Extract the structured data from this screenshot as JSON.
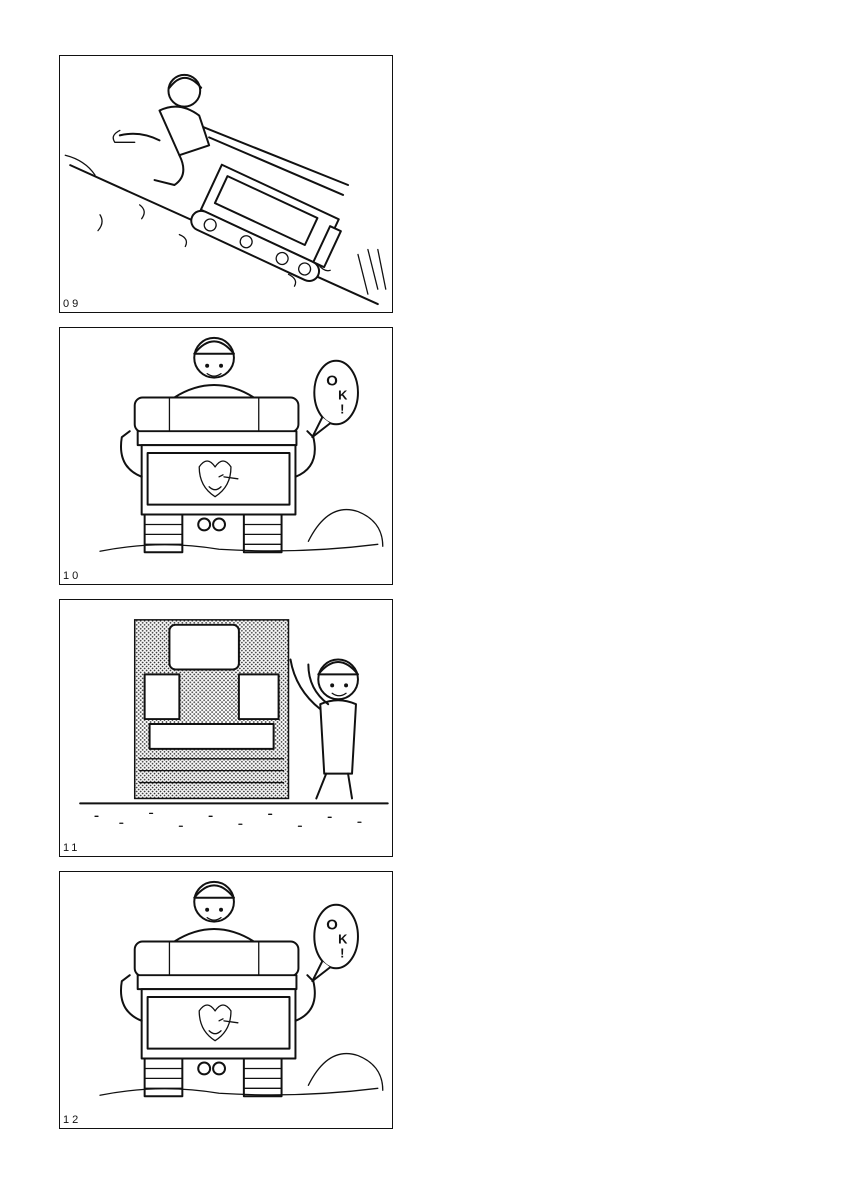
{
  "panels": [
    {
      "id": "09",
      "label": "09",
      "scene": "slope"
    },
    {
      "id": "10",
      "label": "10",
      "scene": "ok",
      "bubble": [
        "O",
        "K",
        "!"
      ]
    },
    {
      "id": "11",
      "label": "11",
      "scene": "shaded"
    },
    {
      "id": "12",
      "label": "12",
      "scene": "ok",
      "bubble": [
        "O",
        "K",
        "!"
      ]
    }
  ]
}
